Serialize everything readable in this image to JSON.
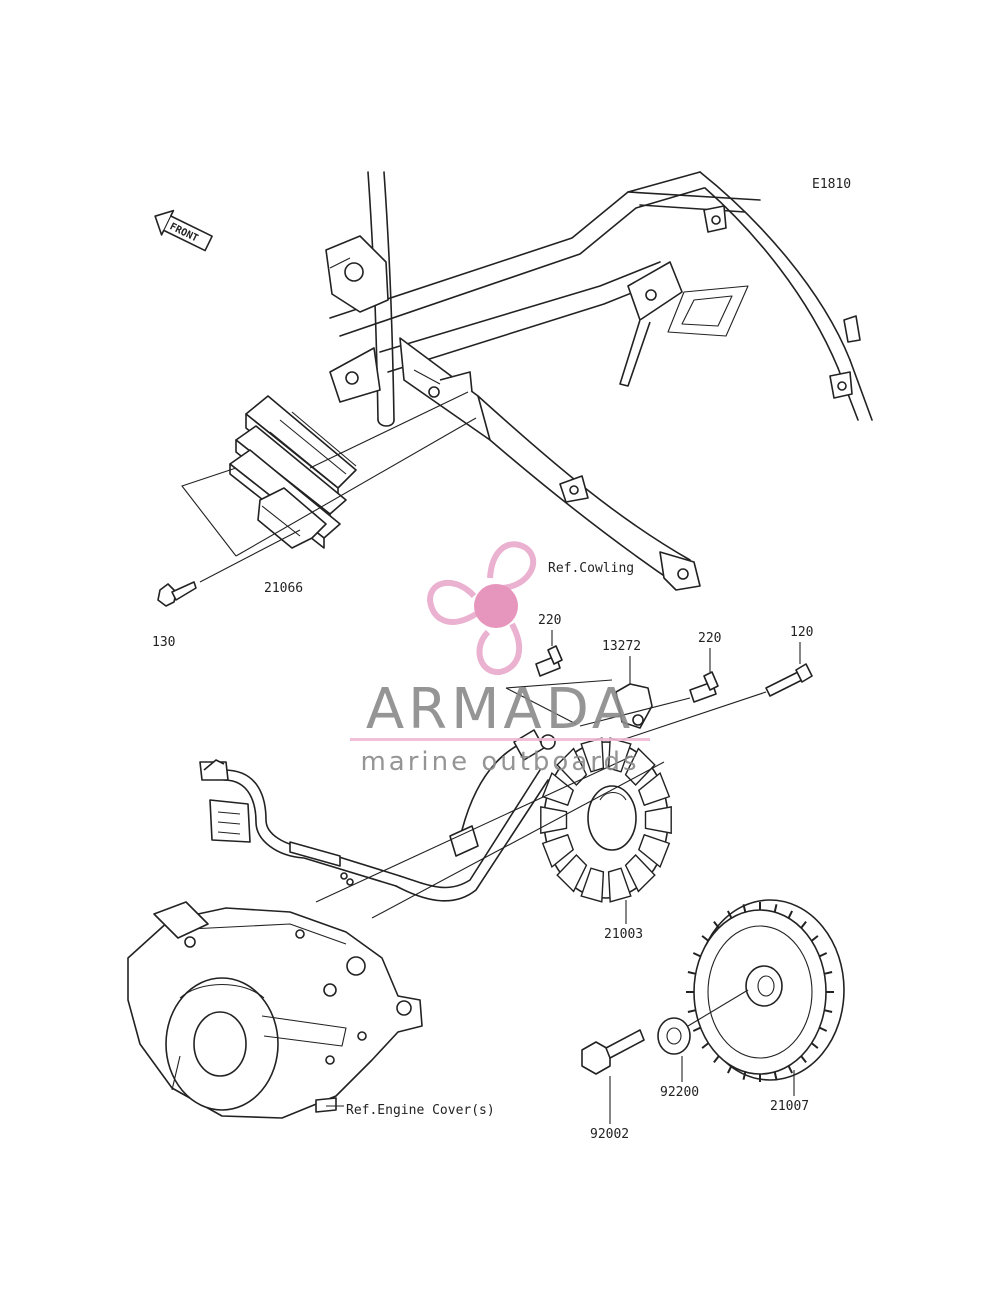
{
  "diagram_code": "E1810",
  "front_label": "FRONT",
  "parts": [
    {
      "id": "p-21066",
      "number": "21066"
    },
    {
      "id": "p-130",
      "number": "130"
    },
    {
      "id": "p-220a",
      "number": "220"
    },
    {
      "id": "p-13272",
      "number": "13272"
    },
    {
      "id": "p-220b",
      "number": "220"
    },
    {
      "id": "p-120",
      "number": "120"
    },
    {
      "id": "p-21003",
      "number": "21003"
    },
    {
      "id": "p-92200",
      "number": "92200"
    },
    {
      "id": "p-21007",
      "number": "21007"
    },
    {
      "id": "p-92002",
      "number": "92002"
    }
  ],
  "references": {
    "cowling": "Ref.Cowling",
    "engine_cover": "Ref.Engine Cover(s)"
  },
  "watermark": {
    "brand": "ARMADA",
    "tagline": "marine outboards",
    "colors": {
      "logo": "#e9a9cb",
      "logo_center": "#e48ab6",
      "text": "#8a8a8a",
      "bar": "#f0b9d4"
    }
  }
}
